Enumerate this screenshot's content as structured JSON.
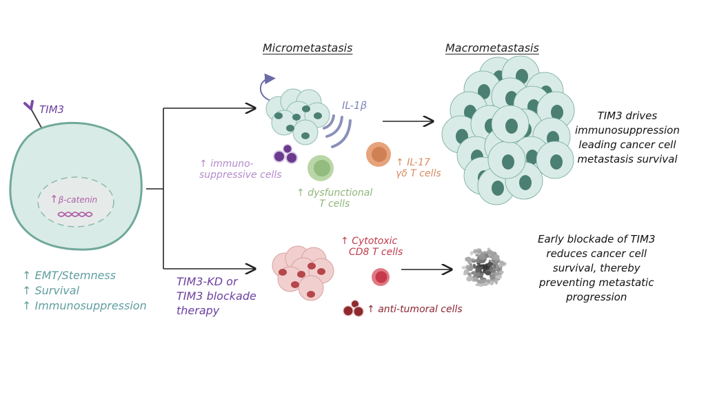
{
  "colors": {
    "cell_fill": "#d9ebe6",
    "cell_stroke": "#6fa89a",
    "nucleus": "#4a7f72",
    "tim3": "#6b3fa0",
    "beta_catenin": "#b060a8",
    "outcome_teal": "#5f9ea0",
    "il1b": "#7d86b8",
    "immuno_purple": "#b48acb",
    "dysfunctional_green": "#8fb57a",
    "il17_orange": "#d88a60",
    "cytotoxic_red": "#c0394a",
    "antitumoral_darkred": "#8b2530",
    "therapy_purple": "#6b3fa0",
    "red_cell_fill": "#f1cfcf",
    "red_cell_nucleus": "#b5464a"
  },
  "left_cell": {
    "receptor_label": "TIM3",
    "nucleus_label": "β-catenin",
    "outcomes": [
      "EMT/Stemness",
      "Survival",
      "Immunosuppression"
    ]
  },
  "top_branch": {
    "header": "Micrometastasis",
    "cytokine_label": "IL-1β",
    "immuno_label_line1": "immuno-",
    "immuno_label_line2": "suppressive cells",
    "dysfunctional_line1": "dysfunctional",
    "dysfunctional_line2": "T cells",
    "il17_line1": "IL-17",
    "il17_line2": "γδ  T cells"
  },
  "macro": {
    "header": "Macrometastasis",
    "conclusion": [
      "TIM3 drives",
      "immunosuppression",
      "leading cancer cell",
      "metastasis survival"
    ]
  },
  "bottom_branch": {
    "therapy_label": [
      "TIM3-KD or",
      "TIM3 blockade",
      "therapy"
    ],
    "cytotoxic_line1": "Cytotoxic",
    "cytotoxic_line2": "CD8 T cells",
    "antitumoral_label": "anti-tumoral cells",
    "conclusion": [
      "Early blockade of TIM3",
      "reduces cancer cell",
      "survival, thereby",
      "preventing metastatic",
      "progression"
    ]
  },
  "symbols": {
    "up_arrow": "↑"
  }
}
